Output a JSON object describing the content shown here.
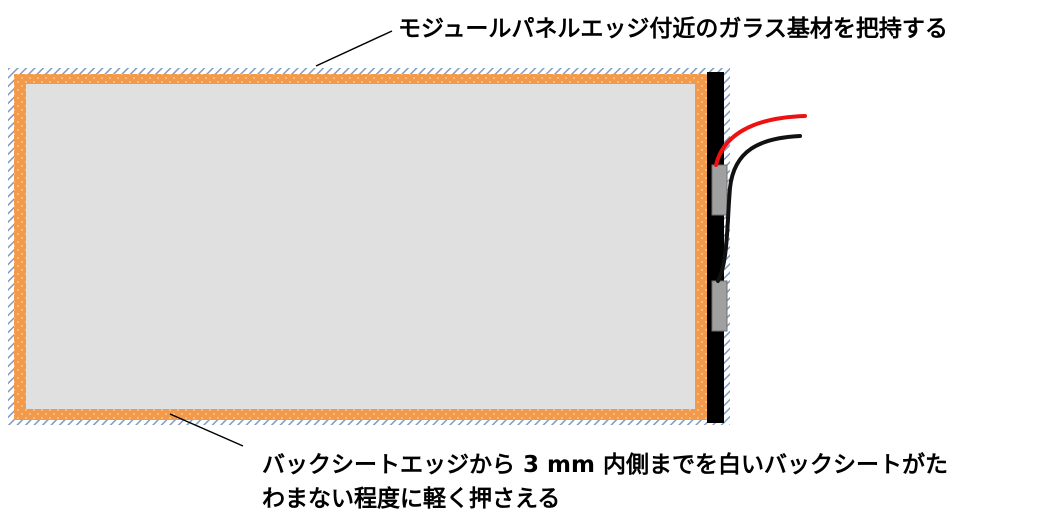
{
  "callouts": {
    "top": "モジュールパネルエッジ付近のガラス基材を把持する",
    "bottom_line1": "バックシートエッジから 3 mm 内側までを白いバックシートがた",
    "bottom_line2": "わまない程度に軽く押さえる"
  },
  "colors": {
    "panel_fill": "#e0e0e0",
    "edge_band": "#f29a4a",
    "edge_hatch": "#7f9bc4",
    "frame_side": "#000000",
    "junction_box": "#a0a0a0",
    "cable_positive": "#ee1111",
    "cable_negative": "#111111",
    "leader_line": "#000000"
  }
}
